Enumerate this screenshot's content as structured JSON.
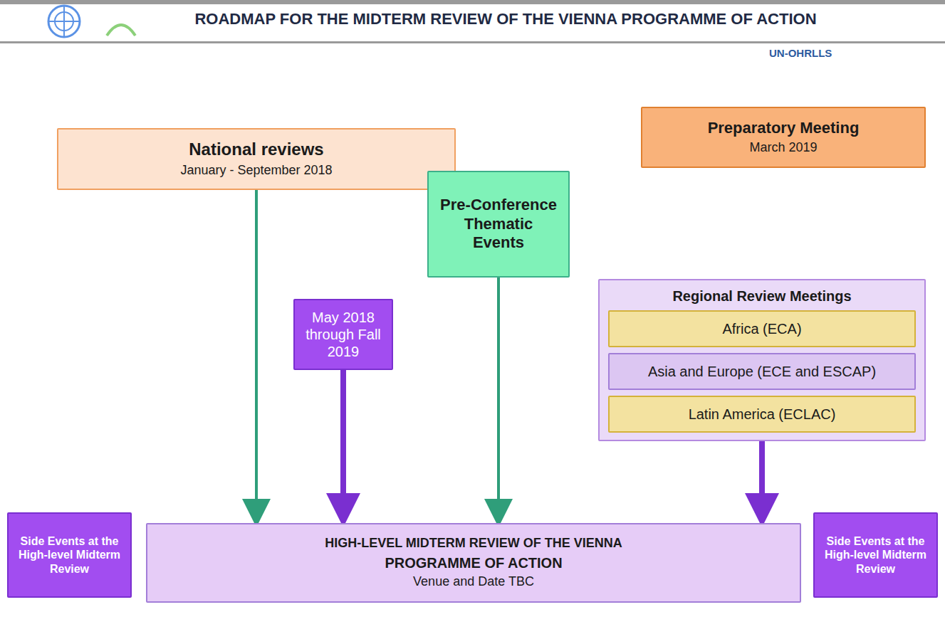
{
  "diagram": {
    "title": "ROADMAP FOR THE MIDTERM REVIEW OF THE VIENNA PROGRAMME OF ACTION",
    "nodes": [
      {
        "text": [
          "National reviews",
          "January - September 2018"
        ]
      },
      {
        "text": [
          "Preparatory Meeting",
          "March 2019"
        ]
      },
      {
        "text": [
          "Pre-Conference Thematic Events"
        ]
      },
      {
        "text": [
          "May 2018 through Fall 2019"
        ]
      },
      {
        "text": [
          "Regional Review Meetings"
        ]
      },
      {
        "text": [
          "Africa (ECA)"
        ],
        "in": 4
      },
      {
        "text": [
          "Asia and Europe (ECE and ESCAP)"
        ],
        "in": 4
      },
      {
        "text": [
          "Latin America (ECLAC)"
        ],
        "in": 4
      },
      {
        "text": [
          "Side Events at the High-level Midterm Review"
        ]
      },
      {
        "text": [
          "HIGH-LEVEL MIDTERM REVIEW OF THE VIENNA",
          "PROGRAMME OF ACTION",
          "Venue and Date TBC"
        ]
      },
      {
        "text": [
          "Side Events at the High-level Midterm Review"
        ]
      }
    ],
    "edges": [
      {
        "from": 0,
        "to": 9,
        "arrow": "to"
      },
      {
        "from": 2,
        "to": 9,
        "arrow": "to"
      },
      {
        "from": 3,
        "to": 9,
        "arrow": "to"
      },
      {
        "from": 4,
        "to": 9,
        "arrow": "to"
      }
    ],
    "labels": [
      "UN-OHRLLS"
    ]
  }
}
